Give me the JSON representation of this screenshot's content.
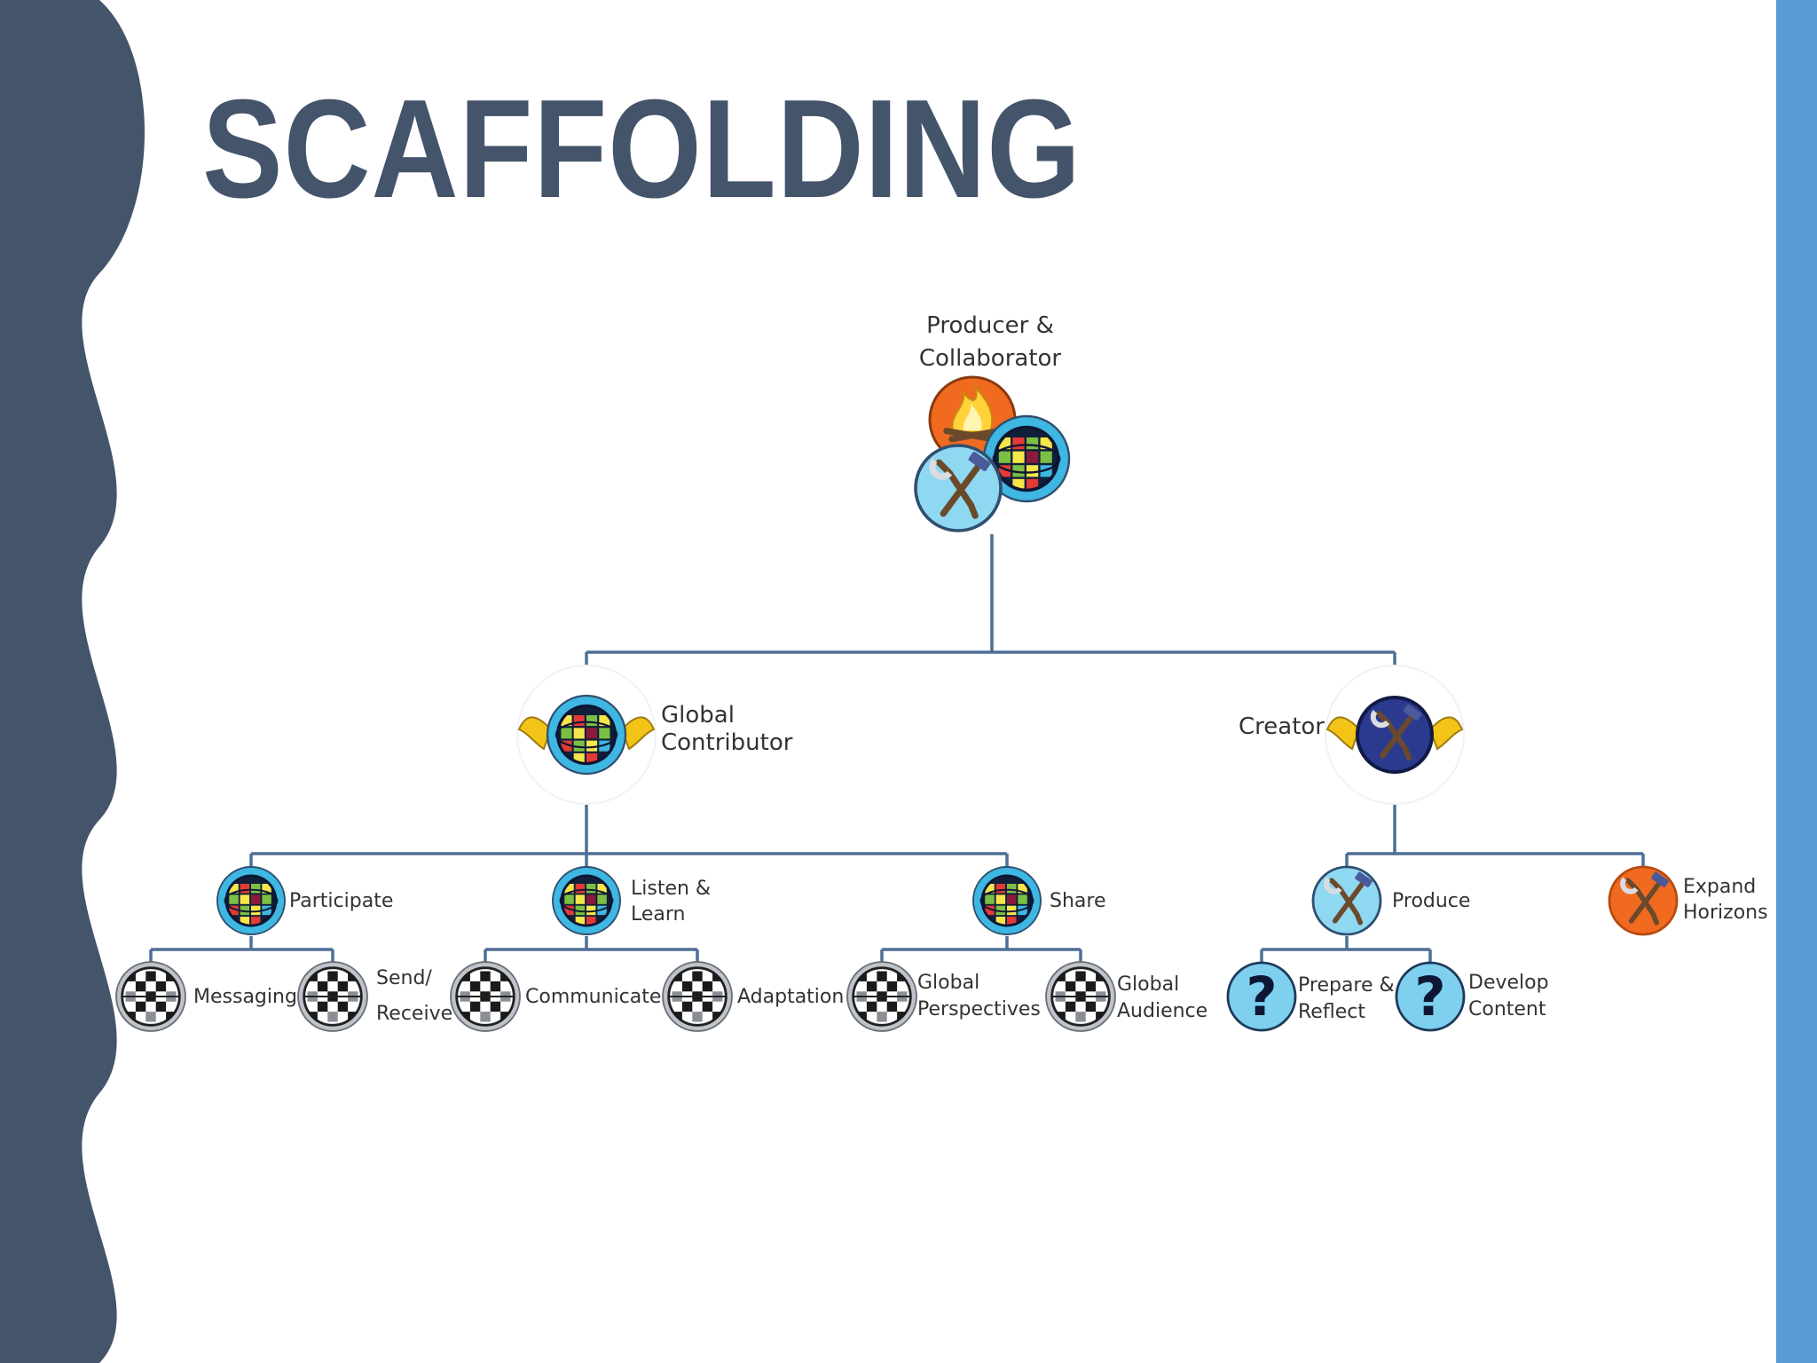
{
  "title": "SCAFFOLDING",
  "colors": {
    "left_band": "#44546a",
    "right_band": "#5b9bd5",
    "title": "#44546a",
    "connector": "#4e6f95",
    "orange_badge": "#f06a20",
    "light_blue_badge": "#7fd0ee",
    "navy_badge": "#2b3a8f"
  },
  "diagram": {
    "root": {
      "label_line1": "Producer &",
      "label_line2": "Collaborator",
      "icons": [
        "campfire-icon",
        "globe-icon",
        "tools-icon"
      ]
    },
    "global_contributor": {
      "label_line1": "Global",
      "label_line2": "Contributor",
      "icon": "winged-globe-icon",
      "children": {
        "participate": {
          "label": "Participate",
          "icon": "globe-icon",
          "children": [
            {
              "label": "Messaging",
              "icon": "grey-globe-icon"
            },
            {
              "label_line1": "Send/",
              "label_line2": "Receive",
              "icon": "grey-globe-icon"
            }
          ]
        },
        "listen_learn": {
          "label_line1": "Listen &",
          "label_line2": "Learn",
          "icon": "globe-icon",
          "children": [
            {
              "label": "Communicate",
              "icon": "grey-globe-icon"
            },
            {
              "label": "Adaptation",
              "icon": "grey-globe-icon"
            }
          ]
        },
        "share": {
          "label": "Share",
          "icon": "globe-icon",
          "children": [
            {
              "label_line1": "Global",
              "label_line2": "Perspectives",
              "icon": "grey-globe-icon"
            },
            {
              "label_line1": "Global",
              "label_line2": "Audience",
              "icon": "grey-globe-icon"
            }
          ]
        }
      }
    },
    "creator": {
      "label": "Creator",
      "icon": "winged-tools-icon",
      "children": {
        "produce": {
          "label": "Produce",
          "icon": "tools-icon",
          "children": [
            {
              "label_line1": "Prepare &",
              "label_line2": "Reflect",
              "icon": "question-icon"
            },
            {
              "label_line1": "Develop",
              "label_line2": "Content",
              "icon": "question-icon"
            }
          ]
        },
        "expand": {
          "label_line1": "Expand",
          "label_line2": "Horizons",
          "icon": "orange-tools-icon"
        }
      }
    }
  }
}
